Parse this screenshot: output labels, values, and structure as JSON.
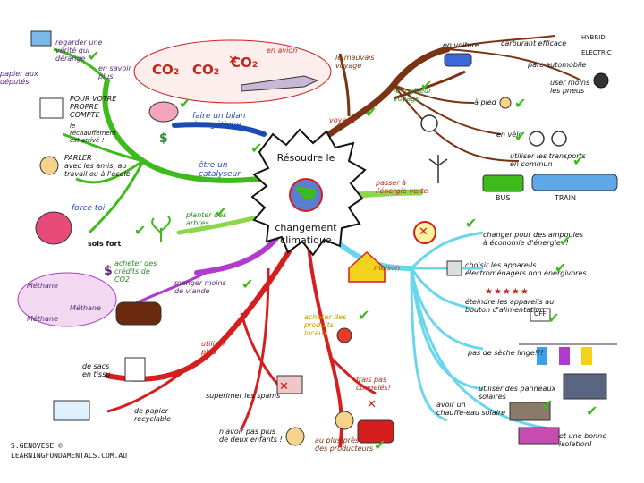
{
  "center": {
    "line1": "Résoudre le",
    "line2": "changement",
    "line3": "climatique"
  },
  "labels": {
    "regarder": "regarder une\nvérité qui\ndérange",
    "papier": "papier aux\ndéputés",
    "pour_votre": "POUR VOTRE\nPROPRE\nCOMPTE",
    "rechauffement": "le\nréchauffement\nest arrivé !",
    "parler": "PARLER\navec les amis, au\ntravail ou à l'école",
    "en_savoir": "en savoir\nplus",
    "co2_a": "CO₂",
    "co2_b": "CO₂",
    "co2_c": "CO₂",
    "en_avion": "en avion",
    "le_mauvais": "le mauvais\nvoyage",
    "faire_bilan": "faire un bilan\nénergétique",
    "etre_catalyseur": "être un\ncatalyseur",
    "force_toi": "force toi",
    "sois_fort": "sois fort",
    "planter": "planter des\narbres",
    "acheter_credits": "acheter des\ncrédits de\nCO2",
    "methane_1": "Méthane",
    "methane_2": "Méthane",
    "methane_3": "Méthane",
    "manger": "manger moins\nde viande",
    "utiliser_plus": "utiliser\nplus",
    "sacs": "de sacs\nen tissu",
    "papier_recyclable": "de papier\nrecyclable",
    "superimer": "superimer les spams",
    "enfants": "n'avoir pas plus\nde deux enfants !",
    "acheter_locaux": "acheter des\nproduits\nlocaux",
    "frais": "frais pas\ncongelés!",
    "producteurs": "au plus près\ndes producteurs",
    "voyage": "voyage",
    "en_voiture": "en voiture",
    "carburant": "carburant efficace",
    "hybrid": "HYBRID",
    "electric": "ELECTRIC",
    "parc_auto": "parc automobile",
    "user_pneus": "user moins\nles pneus",
    "meilleur": "le meilleur\nvoyage",
    "a_pied": "à pied",
    "en_velo": "en vélo",
    "transports": "utiliser les transports\nen commun",
    "bus": "BUS",
    "train": "TRAIN",
    "passer": "passer à\nl'énergie verte",
    "ampoules": "changer pour des ampoules\nà économie d'énergie !!",
    "maison": "maison",
    "appareils": "choisir les appareils\nélectroménagers non énergivores",
    "eteindre": "éteindre les appareils au\nbouton d'alimentation",
    "off": "OFF",
    "seche": "pas de sèche linge!!!",
    "panneaux": "utiliser des panneaux\nsolaires",
    "chauffe_eau": "avoir un\nchauffe-eau solaire",
    "isolation": "et une bonne\nisolation!",
    "money1": "$",
    "money2": "$",
    "stars": "★★★★★"
  },
  "credits": {
    "line1": "S.GENOVESE ©",
    "line2": "LEARNINGFUNDAMENTALS.COM.AU"
  },
  "colors": {
    "brown": "#7a3313",
    "green": "#3dbb1b",
    "cyan": "#6ad6ee",
    "red": "#d61e1e",
    "purple": "#b03bcc",
    "blue": "#1d4bb5",
    "yellow": "#f2d21a",
    "lime": "#8bd64a"
  }
}
